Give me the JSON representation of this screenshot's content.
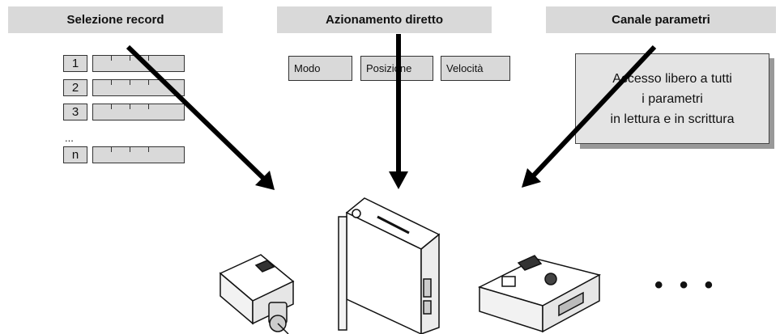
{
  "headers": {
    "record_selection": "Selezione record",
    "direct_drive": "Azionamento diretto",
    "parameter_channel": "Canale parametri"
  },
  "records": [
    "1",
    "2",
    "3",
    "n"
  ],
  "records_ellipsis": "...",
  "direct_modes": [
    "Modo",
    "Posizione",
    "Velocità"
  ],
  "callout": {
    "line1": "Accesso libero a tutti",
    "line2": "i parametri",
    "line3": "in lettura e in scrittura"
  },
  "more": "• • •",
  "icons": [
    "servo-motor-icon",
    "servo-drive-icon",
    "compact-controller-icon"
  ],
  "colors": {
    "header_bg": "#d9d9d9",
    "box_bg": "#d9d9d9",
    "arrow": "#000000"
  }
}
